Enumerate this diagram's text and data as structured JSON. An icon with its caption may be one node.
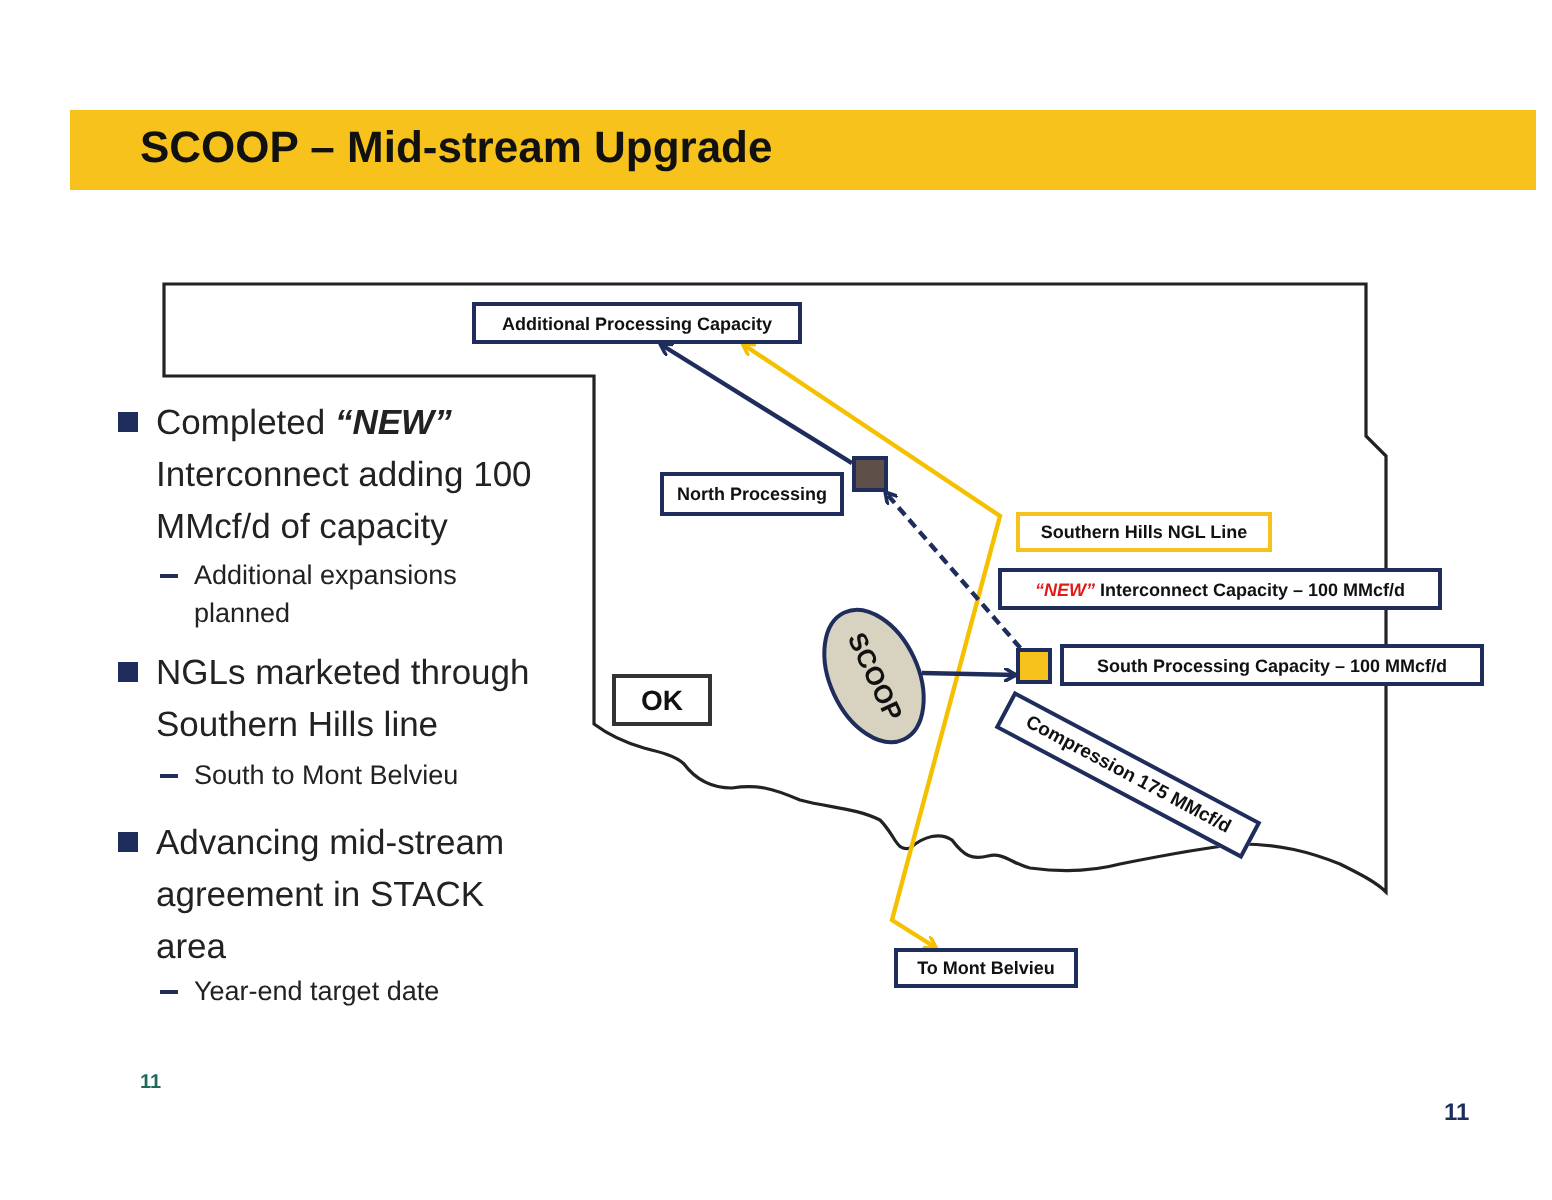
{
  "diagram": {
    "title": "SCOOP – Mid-stream Upgrade",
    "nodes": [
      {
        "text": [
          "Additional Processing Capacity"
        ]
      },
      {
        "text": [
          "North Processing"
        ]
      },
      {
        "text": [],
        "shape": "box"
      },
      {
        "text": [
          "Southern Hills NGL Line"
        ]
      },
      {
        "text": [
          "*“NEW”* Interconnect Capacity – 100 MMcf/d"
        ]
      },
      {
        "text": [
          "SCOOP"
        ]
      },
      {
        "text": [],
        "shape": "box"
      },
      {
        "text": [
          "South Processing Capacity – 100 MMcf/d"
        ]
      },
      {
        "text": [
          "Compression 175 MMcf/d"
        ]
      },
      {
        "text": [
          "OK"
        ]
      },
      {
        "text": [
          "To Mont Belvieu"
        ]
      }
    ],
    "edges": [
      {
        "from": 2,
        "to": 0,
        "arrow": "to"
      },
      {
        "from": 0,
        "to": 10,
        "arrow": "both",
        "color": "#f5c000"
      },
      {
        "from": 6,
        "to": 2,
        "arrow": "to",
        "style": "dashed"
      },
      {
        "from": 5,
        "to": 6,
        "arrow": "to"
      }
    ],
    "labels": [
      "Completed *“NEW”* Interconnect adding 100 MMcf/d of capacity",
      "Additional expansions planned",
      "NGLs marketed through Southern Hills line",
      "South to Mont Belvieu",
      "Advancing mid-stream agreement in STACK area",
      "Year-end target date",
      "11",
      "11"
    ]
  }
}
